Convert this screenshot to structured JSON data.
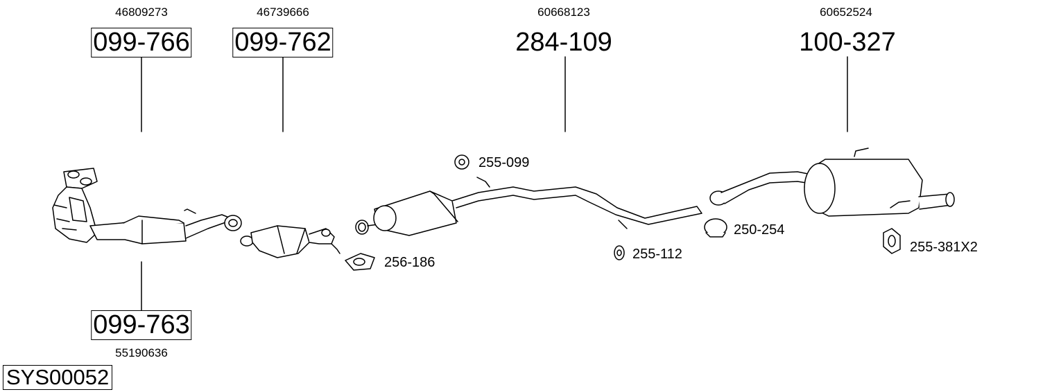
{
  "diagram": {
    "system_code": "SYS00052",
    "main_parts": [
      {
        "part_no": "099-766",
        "oem": "46809273",
        "boxed": true
      },
      {
        "part_no": "099-762",
        "oem": "46739666",
        "boxed": true
      },
      {
        "part_no": "284-109",
        "oem": "60668123",
        "boxed": false
      },
      {
        "part_no": "100-327",
        "oem": "60652524",
        "boxed": false
      },
      {
        "part_no": "099-763",
        "oem": "55190636",
        "boxed": true
      }
    ],
    "accessories": [
      {
        "part_no": "255-099",
        "icon": "rubber-hanger-icon"
      },
      {
        "part_no": "256-186",
        "icon": "gasket-icon"
      },
      {
        "part_no": "255-112",
        "icon": "rubber-hanger-icon"
      },
      {
        "part_no": "250-254",
        "icon": "clamp-icon"
      },
      {
        "part_no": "255-381X2",
        "icon": "rubber-mount-icon"
      }
    ]
  }
}
